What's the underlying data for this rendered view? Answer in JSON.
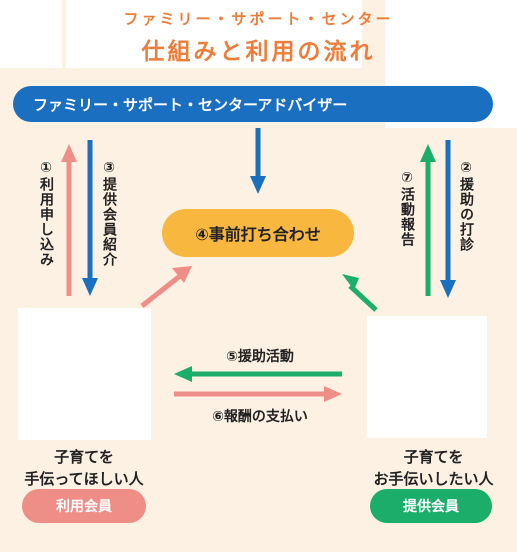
{
  "title": {
    "line1": "ファミリー・サポート・センター",
    "line2": "仕組みと利用の流れ"
  },
  "banner_label": "ファミリー・サポート・センターアドバイザー",
  "center_step": "④事前打ち合わせ",
  "steps": {
    "s1": "①利用申し込み",
    "s2": "②援助の打診",
    "s3": "③提供会員紹介",
    "s5": "⑤援助活動",
    "s6": "⑥報酬の支払い",
    "s7": "⑦活動報告"
  },
  "members": {
    "left": {
      "line1": "子育てを",
      "line2": "手伝ってほしい人",
      "badge": "利用会員"
    },
    "right": {
      "line1": "子育てを",
      "line2": "お手伝いしたい人",
      "badge": "提供会員"
    }
  },
  "colors": {
    "orange_title": "#ec7d3a",
    "blue": "#1b6fc0",
    "pink": "#ee8e86",
    "green": "#1aae6a",
    "yellow": "#f8b83f",
    "background": "#fdf1e4"
  }
}
